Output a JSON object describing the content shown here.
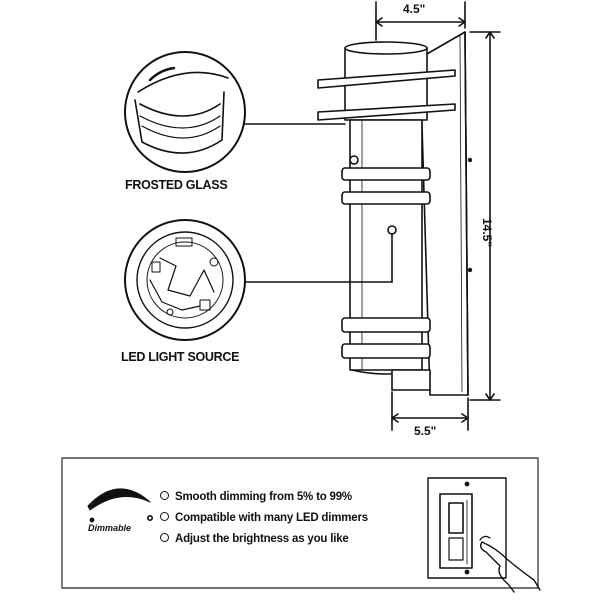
{
  "callouts": {
    "frosted_glass": "FROSTED GLASS",
    "led_light_source": "LED LIGHT SOURCE"
  },
  "dimensions": {
    "top_width": "4.5\"",
    "height": "14.5\"",
    "bottom_width": "5.5\""
  },
  "features": {
    "badge_label": "Dimmable",
    "items": [
      "Smooth dimming from 5% to 99%",
      "Compatible with many LED dimmers",
      "Adjust the brightness as you like"
    ]
  },
  "icons": {
    "dimmable": "dimmable-arc-icon",
    "switch": "dimmer-switch-icon",
    "hand": "pointing-hand-icon"
  },
  "colors": {
    "line": "#111111",
    "background": "#ffffff",
    "panel_border": "#444444"
  }
}
